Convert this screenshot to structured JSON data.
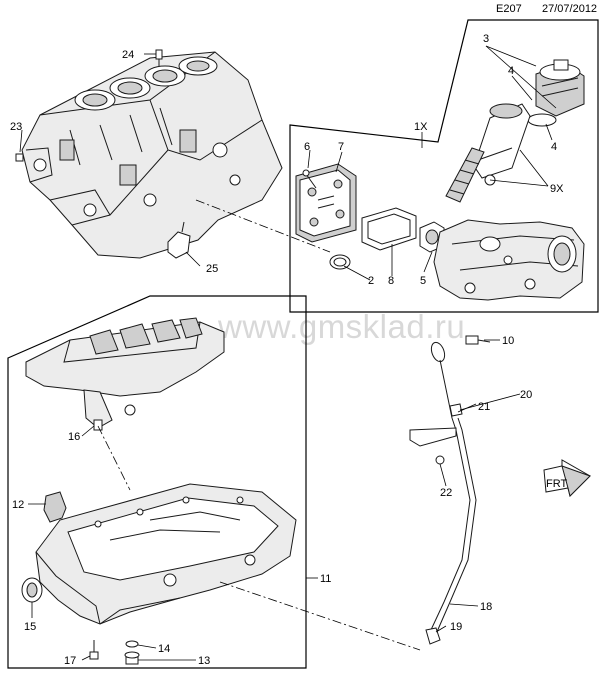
{
  "header": {
    "code": "E207",
    "date": "27/07/2012"
  },
  "watermark": "www.gmsklad.ru",
  "front_marker": "FRT",
  "callouts": {
    "c1x": "1X",
    "c2": "2",
    "c3": "3",
    "c4a": "4",
    "c4b": "4",
    "c5": "5",
    "c6": "6",
    "c7": "7",
    "c8": "8",
    "c9x": "9X",
    "c10": "10",
    "c11": "11",
    "c12": "12",
    "c13": "13",
    "c14": "14",
    "c15": "15",
    "c16": "16",
    "c17": "17",
    "c18": "18",
    "c19": "19",
    "c20": "20",
    "c21": "21",
    "c22": "22",
    "c23": "23",
    "c24": "24",
    "c25": "25"
  }
}
